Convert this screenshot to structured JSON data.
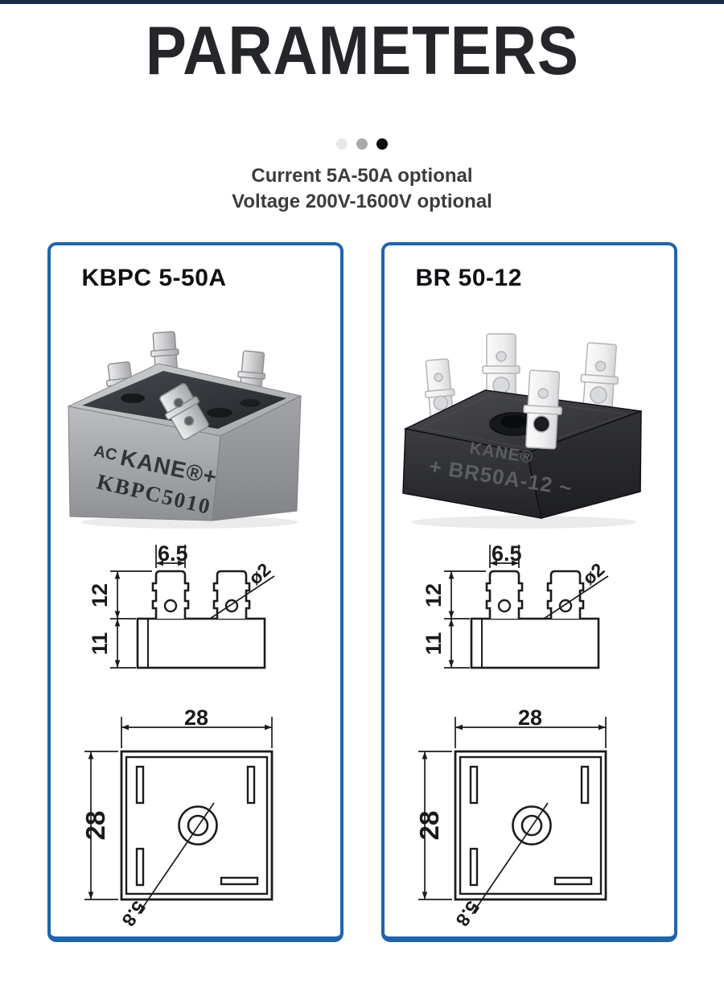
{
  "header": {
    "title": "PARAMETERS",
    "subtitle_line1": "Current 5A-50A optional",
    "subtitle_line2": "Voltage 200V-1600V optional"
  },
  "carousel": {
    "dot_count": 3,
    "active_index": 3
  },
  "colors": {
    "top_bar_navy": "#1a2b4c",
    "card_border_blue": "#2164aa",
    "title_dark": "#25262a",
    "dot_inactive_light": "#e8e8e8",
    "dot_inactive_mid": "#a9a9a9",
    "dot_active": "#0b0b0b"
  },
  "dims": {
    "tab_width": "6.5",
    "tab_height": "12",
    "body_height": "11",
    "tab_hole_diameter": "ø2",
    "body_width": "28",
    "body_depth": "28",
    "mount_hole_diameter": "5.8"
  },
  "cards": [
    {
      "title": "KBPC 5-50A",
      "product": {
        "prefix": "AC",
        "brand": "KANE®+",
        "model": "KBPC5010"
      }
    },
    {
      "title": "BR 50-12",
      "product": {
        "brand": "KANE®",
        "model": "+ BR50A-12 ~"
      }
    }
  ]
}
